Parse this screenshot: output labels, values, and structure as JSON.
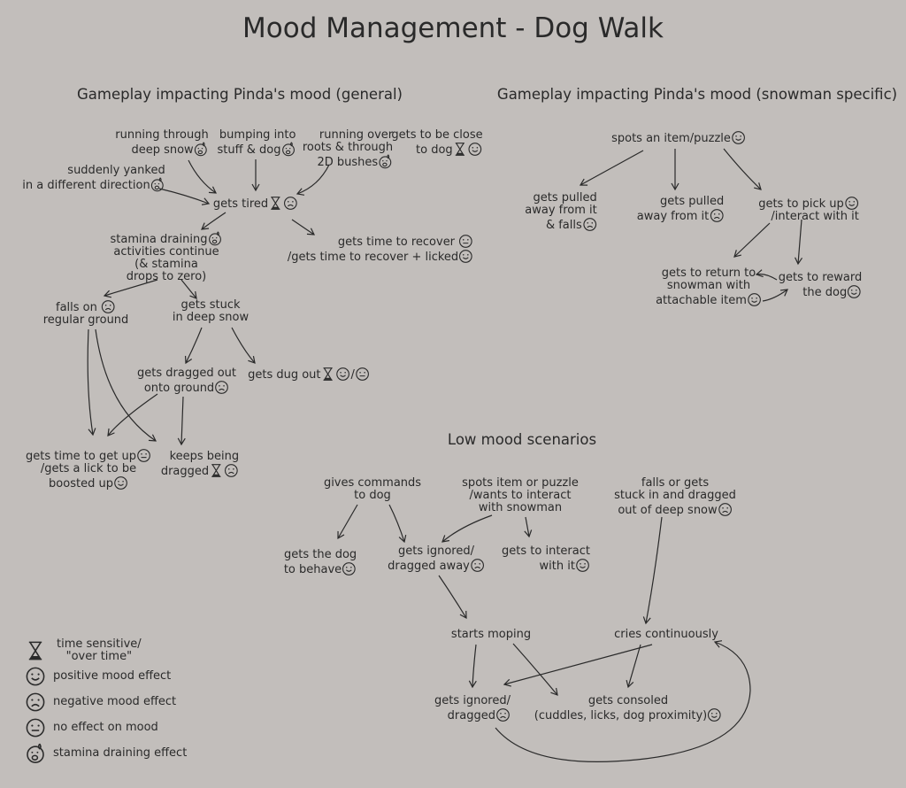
{
  "title": "Mood Management - Dog Walk",
  "sections": {
    "general": "Gameplay impacting Pinda's mood (general)",
    "snowman": "Gameplay impacting Pinda's mood (snowman specific)",
    "low": "Low mood scenarios"
  },
  "general": {
    "deep_snow": [
      "running through",
      "deep snow"
    ],
    "bumping": [
      "bumping into",
      "stuff & dog"
    ],
    "roots": [
      "running over",
      "roots & through",
      "2D bushes"
    ],
    "close": [
      "gets to be close",
      "to dog"
    ],
    "yanked": [
      "suddenly yanked",
      "in a different direction"
    ],
    "tired": [
      "gets tired"
    ],
    "stamina": [
      "stamina draining",
      "activities continue",
      "(& stamina",
      "drops to zero)"
    ],
    "recover": [
      "gets time to recover",
      "/gets time to recover + licked"
    ],
    "falls": [
      "falls on",
      "regular ground"
    ],
    "stuck": [
      "gets stuck",
      "in deep snow"
    ],
    "dragged_out": [
      "gets dragged out",
      "onto ground"
    ],
    "dug_out": [
      "gets dug out"
    ],
    "dug_sep": "/",
    "get_up": [
      "gets time to get up",
      "/gets a lick to be",
      "boosted up"
    ],
    "keeps": [
      "keeps being",
      "dragged"
    ]
  },
  "snowman": {
    "spots": [
      "spots an item/puzzle"
    ],
    "pulled_falls": [
      "gets pulled",
      "away from it",
      "& falls"
    ],
    "pulled": [
      "gets pulled",
      "away from it"
    ],
    "pick_up": [
      "gets to pick up",
      "/interact with it"
    ],
    "return": [
      "gets to return to",
      "snowman with",
      "attachable item"
    ],
    "reward": [
      "gets to reward",
      "the dog"
    ]
  },
  "low": {
    "commands": [
      "gives commands",
      "to dog"
    ],
    "spots": [
      "spots item or puzzle",
      "/wants to interact",
      "with snowman"
    ],
    "falls": [
      "falls or gets",
      "stuck in and dragged",
      "out of deep snow"
    ],
    "behave": [
      "gets the dog",
      "to behave"
    ],
    "ignored": [
      "gets ignored/",
      "dragged away"
    ],
    "interact": [
      "gets to interact",
      "with it"
    ],
    "moping": [
      "starts moping"
    ],
    "cries": [
      "cries continuously"
    ],
    "ignored2": [
      "gets ignored/",
      "dragged"
    ],
    "consoled": [
      "gets consoled",
      "(cuddles, licks, dog proximity)"
    ]
  },
  "legend": [
    {
      "icon": "hourglass",
      "label": [
        "time sensitive/",
        "\"over time\""
      ]
    },
    {
      "icon": "happy",
      "label": [
        "positive mood effect"
      ]
    },
    {
      "icon": "sad",
      "label": [
        "negative mood effect"
      ]
    },
    {
      "icon": "neutral",
      "label": [
        "no effect on mood"
      ]
    },
    {
      "icon": "stamina",
      "label": [
        "stamina draining effect"
      ]
    }
  ],
  "colors": {
    "background": "#c2bebb",
    "ink": "#2a2a2a"
  }
}
